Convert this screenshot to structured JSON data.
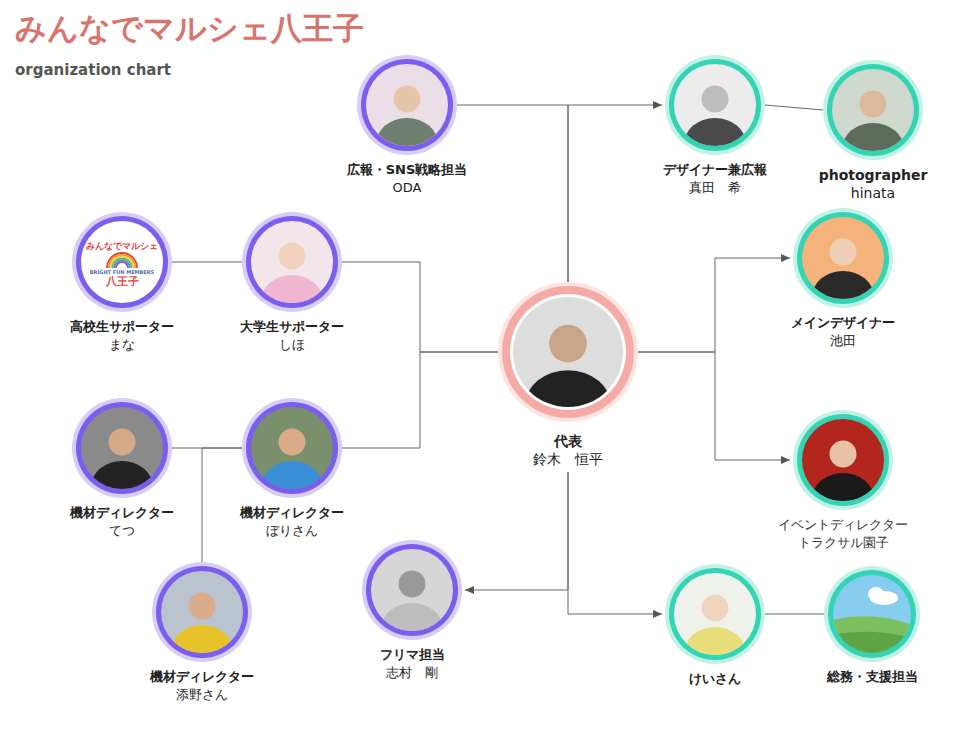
{
  "diagram": {
    "title": "みんなでマルシェ八王子",
    "nodes": [
      {
        "text": [
          "広報・SNS戦略担当",
          "ODA"
        ]
      },
      {
        "text": [
          "デザイナー兼広報",
          "真田　希"
        ]
      },
      {
        "text": [
          "photographer",
          "hinata"
        ]
      },
      {
        "text": [
          "高校生サポーター",
          "まな"
        ]
      },
      {
        "text": [
          "大学生サポーター",
          "しほ"
        ]
      },
      {
        "text": [
          "メインデザイナー",
          "池田"
        ]
      },
      {
        "text": [
          "代表",
          "鈴木　恒平"
        ]
      },
      {
        "text": [
          "機材ディレクター",
          "てつ"
        ]
      },
      {
        "text": [
          "機材ディレクター",
          "ぼりさん"
        ]
      },
      {
        "text": [
          "イベントディレクター",
          "トラクサル園子"
        ]
      },
      {
        "text": [
          "機材ディレクター",
          "添野さん"
        ]
      },
      {
        "text": [
          "フリマ担当",
          "志村　剛"
        ]
      },
      {
        "text": [
          "けいさん"
        ]
      },
      {
        "text": [
          "総務・支援担当"
        ]
      }
    ],
    "edges": [
      {
        "from": 6,
        "to": 0,
        "arrow": "none"
      },
      {
        "from": 6,
        "to": 1,
        "arrow": "to"
      },
      {
        "from": 1,
        "to": 2,
        "arrow": "none"
      },
      {
        "from": 6,
        "to": 4,
        "arrow": "none"
      },
      {
        "from": 4,
        "to": 3,
        "arrow": "none"
      },
      {
        "from": 6,
        "to": 8,
        "arrow": "none"
      },
      {
        "from": 8,
        "to": 7,
        "arrow": "none"
      },
      {
        "from": 8,
        "to": 10,
        "arrow": "none"
      },
      {
        "from": 6,
        "to": 5,
        "arrow": "to"
      },
      {
        "from": 6,
        "to": 9,
        "arrow": "to"
      },
      {
        "from": 6,
        "to": 11,
        "arrow": "to"
      },
      {
        "from": 6,
        "to": 12,
        "arrow": "to"
      },
      {
        "from": 12,
        "to": 13,
        "arrow": "none"
      }
    ],
    "labels": [
      "organization chart",
      "みんなでマルシェ",
      "BRIGHT FUN MEMBERS",
      "八王子"
    ]
  }
}
